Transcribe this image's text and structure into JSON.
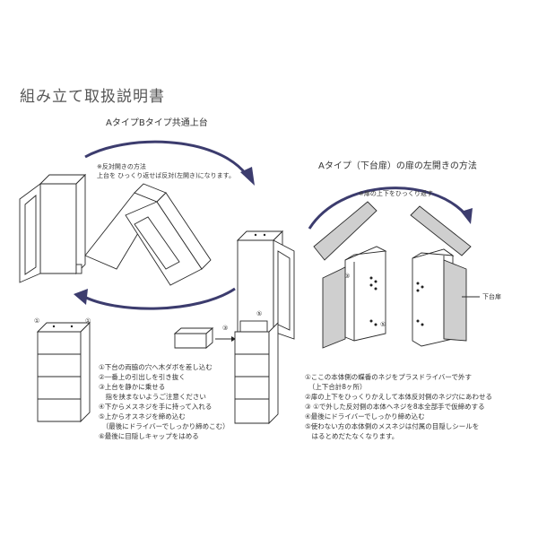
{
  "title": "組み立て取扱説明書",
  "left": {
    "heading": "AタイプBタイプ共通上台",
    "note_line1": "※反対開きの方法",
    "note_line2": "上台を ひっくり返せば反対(左開き)になります。",
    "steps": [
      "①下台の両脇の穴へ木ダボを差し込む",
      "②一番上の引出しを引き抜く",
      "③上台を静かに乗せる",
      "　指を挟まないようご注意ください",
      "④下からメスネジを手に持って入れる",
      "⑤上からオスネジを締め込む",
      "　（最後にドライバーでしっかり締めこむ）",
      "⑥最後に目隠しキャップをはめる"
    ],
    "callouts": {
      "c1a": "①",
      "c1b": "①",
      "c3": "③",
      "c5": "⑤"
    }
  },
  "right": {
    "heading": "Aタイプ（下台扉）の扉の左開きの方法",
    "note": "※扉の上下をひっくり返す",
    "label_lower_door": "下台扉",
    "callouts": {
      "c3": "③",
      "c5": "⑤"
    },
    "steps": [
      "①ここの本体側の蝶番のネジをプラスドライバーで外す",
      "　（上下合計8ヶ所）",
      "②扉の上下をひっくりかえして本体反対側のネジ穴にあわせる",
      "③ ①で外した反対側の本体ヘネジを8本全部手で仮締めする",
      "④最後にドライバーでしっかり締め込む",
      "⑤使わない方の本体側のメスネジは付属の目隠しシールを",
      "　はるとめだたなくなります。"
    ]
  },
  "colors": {
    "arrow": "#3c3c6e",
    "door_panel": "#cfcfcf"
  }
}
